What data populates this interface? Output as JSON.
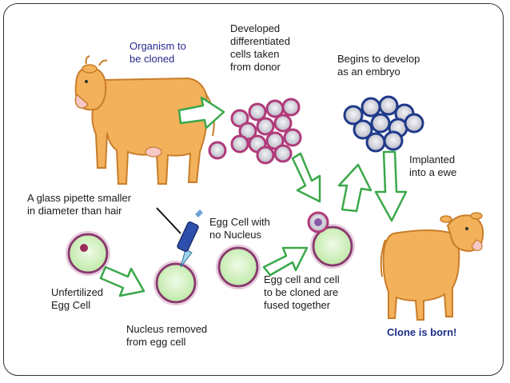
{
  "labels": {
    "organism": [
      "Organism to",
      "be cloned"
    ],
    "developed": [
      "Developed",
      "differentiated",
      "cells taken",
      "from donor"
    ],
    "begins": [
      "Begins to develop",
      "as an embryo"
    ],
    "implanted": [
      "Implanted",
      "into a ewe"
    ],
    "pipette": [
      "A glass pipette smaller",
      "in diameter than hair"
    ],
    "egg_no_nucleus": [
      "Egg Cell with",
      "no Nucleus"
    ],
    "unfertilized": [
      "Unfertilized",
      "Egg Cell"
    ],
    "nucleus_removed": [
      "Nucleus removed",
      "from egg cell"
    ],
    "fused": [
      "Egg cell and cell",
      "to be cloned are",
      "fused together"
    ],
    "clone_born": "Clone is born!"
  },
  "colors": {
    "cow_body": "#f2b15a",
    "cow_dark": "#c97d2a",
    "arrow_fill": "#ffffff",
    "arrow_stroke": "#3aa84a",
    "egg_fill": "#d6f3c4",
    "egg_ring": "#8a3a6e",
    "donor_cell": "#d9d9e0",
    "donor_ring": "#b03a7a",
    "embryo_ring": "#1f3a8a",
    "nucleus": "#9a2a5a"
  }
}
